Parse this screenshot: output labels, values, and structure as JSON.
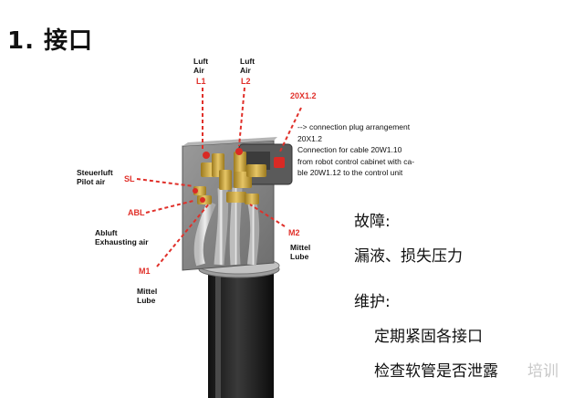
{
  "title": "1. 接口",
  "labels": {
    "luft1_de": "Luft",
    "luft1_en": "Air",
    "luft1_code": "L1",
    "luft2_de": "Luft",
    "luft2_en": "Air",
    "luft2_code": "L2",
    "plug_code": "20X1.2",
    "steuer_de": "Steuerluft",
    "steuer_en": "Pilot air",
    "steuer_code": "SL",
    "abl_code": "ABL",
    "abluft_de": "Abluft",
    "abluft_en": "Exhausting air",
    "m1_code": "M1",
    "m1_de": "Mittel",
    "m1_en": "Lube",
    "m2_code": "M2",
    "m2_de": "Mittel",
    "m2_en": "Lube"
  },
  "connection_desc": [
    "--> connection plug arrangement",
    "20X1.2",
    "Connection for cable 20W1.10",
    "from robot control cabinet with ca-",
    "ble 20W1.12 to the control unit"
  ],
  "notes": {
    "fault_heading": "故障:",
    "fault_text": "漏液、损失压力",
    "maint_heading": "维护:",
    "maint_item1": "定期紧固各接口",
    "maint_item2": "检查软管是否泄露"
  },
  "watermark": "培训",
  "colors": {
    "accent_red": "#e0302a",
    "brass": "#c9a23a",
    "plate": "#8a8a8a"
  }
}
